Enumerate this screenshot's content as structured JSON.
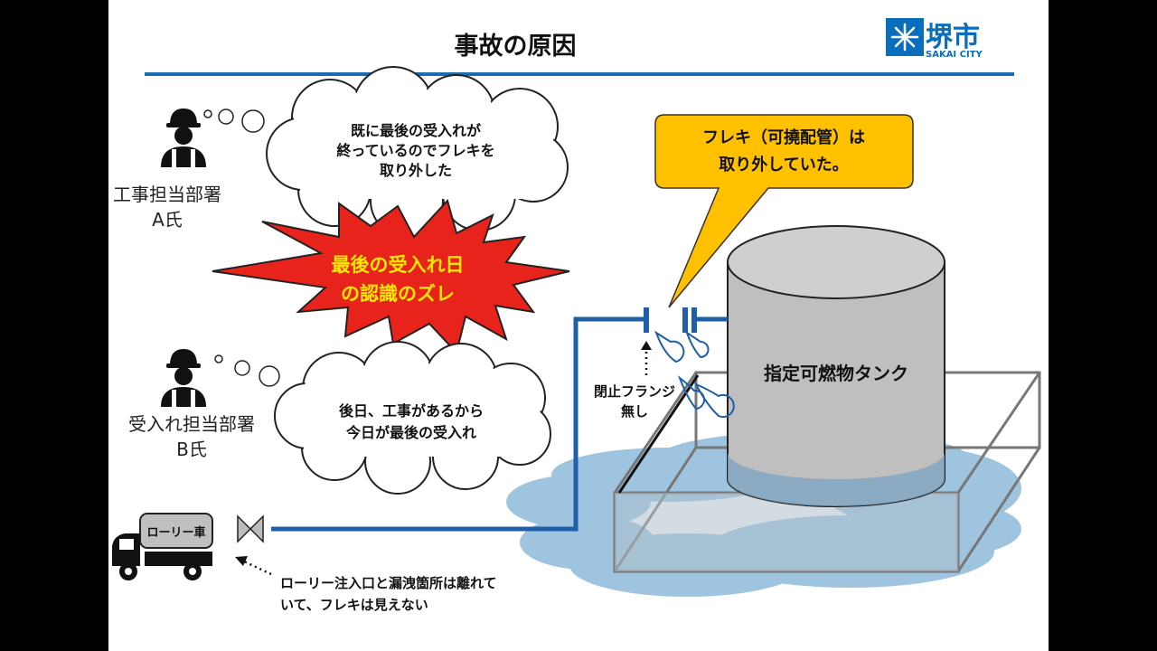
{
  "slide": {
    "title": "事故の原因",
    "logo": {
      "name": "堺市",
      "sub": "SAKAI CITY",
      "color": "#0a6ebd"
    },
    "colors": {
      "rule": "#1a6bb0",
      "pipe": "#1f5fa8",
      "burst": "#e8231c",
      "callout": "#ffc000",
      "tank": "#bfbfbf",
      "spill": "#9ec4df"
    },
    "person_a": {
      "label": [
        "工事担当部署",
        "A氏"
      ],
      "thought": [
        "既に最後の受入れが",
        "終っているのでフレキを",
        "取り外した"
      ]
    },
    "person_b": {
      "label": [
        "受入れ担当部署",
        "B氏"
      ],
      "thought": [
        "後日、工事があるから",
        "今日が最後の受入れ"
      ]
    },
    "burst": {
      "text": [
        "最後の受入れ日",
        "の認識のズレ"
      ]
    },
    "callout": {
      "text": [
        "フレキ（可撓配管）は",
        "取り外していた。"
      ]
    },
    "tank_label": "指定可燃物タンク",
    "flange_label": [
      "閉止フランジ",
      "無し"
    ],
    "truck_label": "ローリー車",
    "lorry_note": [
      "ローリー注入口と漏洩箇所は離れて",
      "いて、フレキは見えない"
    ]
  }
}
